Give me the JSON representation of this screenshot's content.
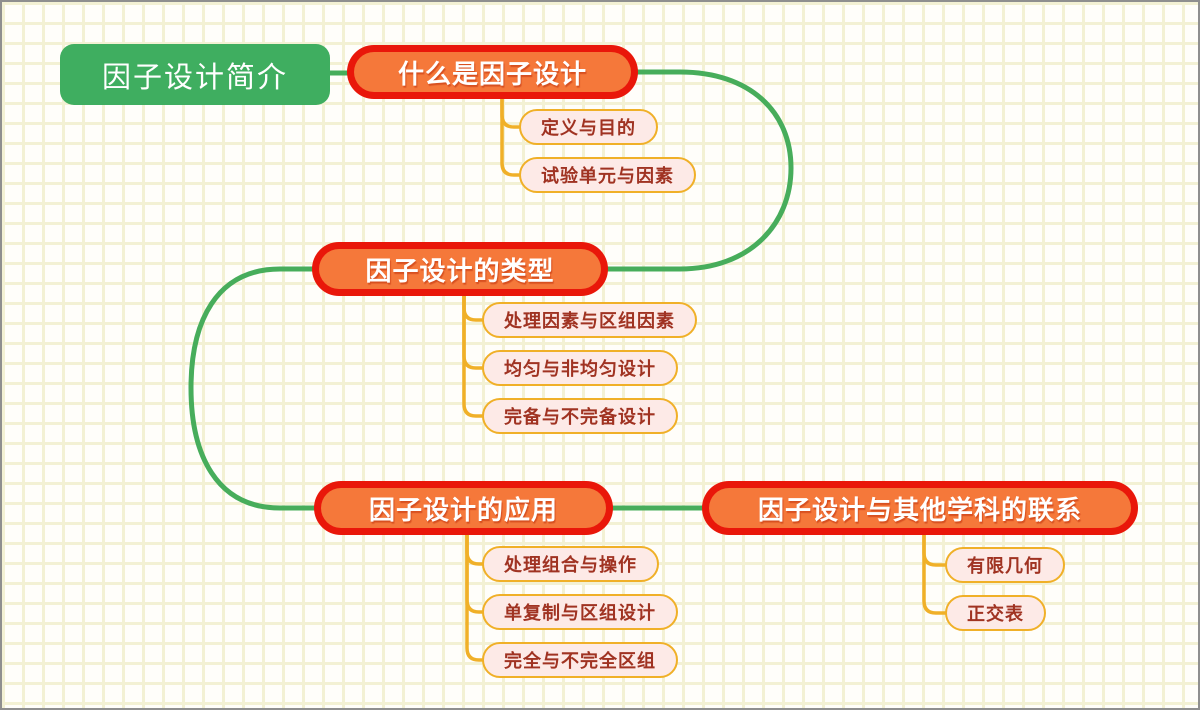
{
  "diagram": {
    "type": "mindmap",
    "root": {
      "label": "因子设计简介"
    },
    "branches": [
      {
        "label": "什么是因子设计",
        "children": [
          "定义与目的",
          "试验单元与因素"
        ]
      },
      {
        "label": "因子设计的类型",
        "children": [
          "处理因素与区组因素",
          "均匀与非均匀设计",
          "完备与不完备设计"
        ]
      },
      {
        "label": "因子设计的应用",
        "children": [
          "处理组合与操作",
          "单复制与区组设计",
          "完全与不完全区组"
        ]
      },
      {
        "label": "因子设计与其他学科的联系",
        "children": [
          "有限几何",
          "正交表"
        ]
      }
    ],
    "colors": {
      "root_fill": "#3fae60",
      "topic_outer": "#e9170a",
      "topic_inner": "#f5783a",
      "topic_text": "#ffffff",
      "child_fill": "#fdeae7",
      "child_border": "#f0b028",
      "child_text": "#a03322",
      "edge_green": "#47ad5b",
      "edge_yellow": "#f0b028",
      "background": "#fffefa",
      "grid_line": "#f3f1d4"
    }
  }
}
